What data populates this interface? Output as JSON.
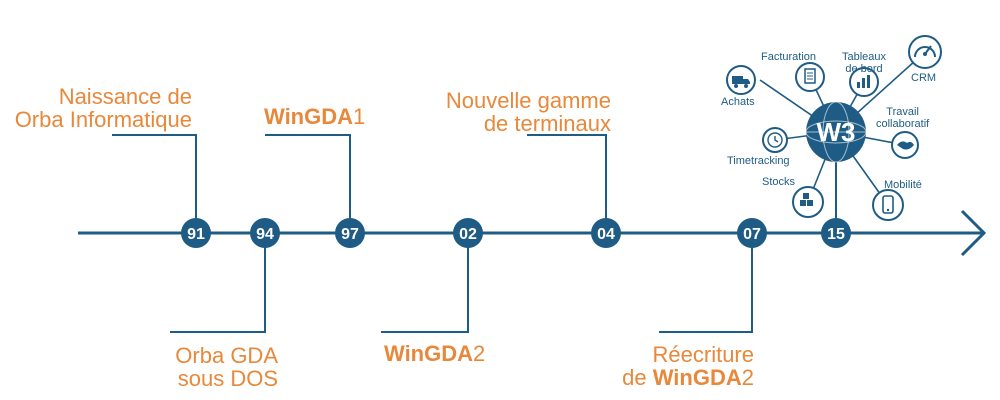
{
  "colors": {
    "line": "#1f5c85",
    "accent": "#e8883a",
    "node_text": "#ffffff"
  },
  "timeline": {
    "years": [
      "91",
      "94",
      "97",
      "02",
      "04",
      "07",
      "15"
    ]
  },
  "events": {
    "e91": {
      "line1": "Naissance de",
      "line2": "Orba Informatique"
    },
    "e94": {
      "line1": "Orba GDA",
      "line2": "sous DOS"
    },
    "e97": {
      "product": "WinGDA",
      "version": "1"
    },
    "e02": {
      "product": "WinGDA",
      "version": "2"
    },
    "e04": {
      "line1": "Nouvelle gamme",
      "line2": "de terminaux"
    },
    "e07": {
      "line1": "Réecriture",
      "line2_prefix": "de ",
      "product": "WinGDA",
      "version": "2"
    }
  },
  "ecosystem": {
    "center_logo": "W3",
    "modules": {
      "facturation": "Facturation",
      "tableaux_line1": "Tableaux",
      "tableaux_line2": "de bord",
      "crm": "CRM",
      "achats": "Achats",
      "travail_line1": "Travail",
      "travail_line2": "collaboratif",
      "timetracking": "Timetracking",
      "stocks": "Stocks",
      "mobilite": "Mobilité"
    },
    "icons": [
      "truck-icon",
      "document-icon",
      "chart-icon",
      "gauge-icon",
      "clock-icon",
      "stocks-icon",
      "handshake-icon",
      "phone-icon"
    ]
  }
}
